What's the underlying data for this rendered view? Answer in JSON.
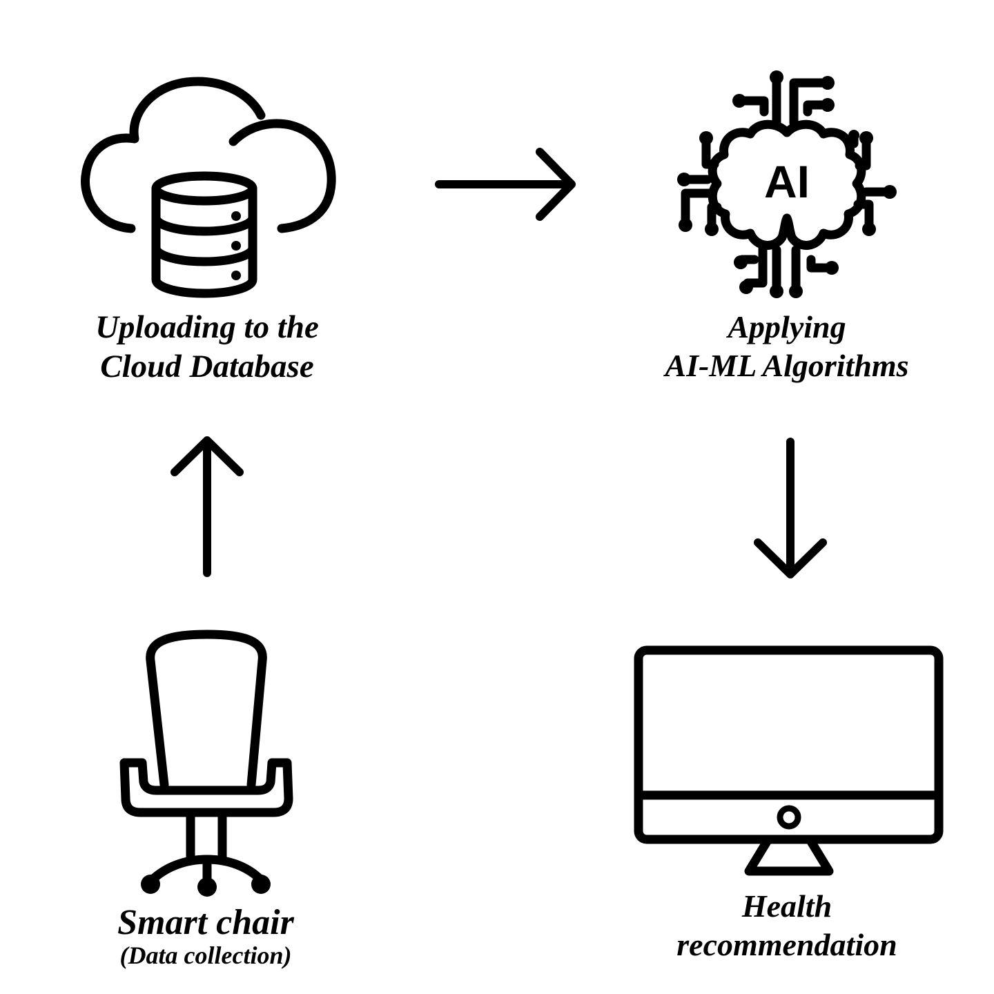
{
  "nodes": {
    "cloud": {
      "icon": "cloud-database-icon",
      "label_line1": "Uploading to the",
      "label_line2": "Cloud Database"
    },
    "ai": {
      "icon": "ai-brain-circuit-icon",
      "icon_text": "AI",
      "label_line1": "Applying",
      "label_line2": "AI-ML Algorithms"
    },
    "chair": {
      "icon": "office-chair-icon",
      "label_line1": "Smart chair",
      "label_line2": "(Data collection)"
    },
    "monitor": {
      "icon": "monitor-icon",
      "label_line1": "Health",
      "label_line2": "recommendation"
    }
  },
  "arrows": [
    {
      "from": "chair",
      "to": "cloud",
      "direction": "up"
    },
    {
      "from": "cloud",
      "to": "ai",
      "direction": "right"
    },
    {
      "from": "ai",
      "to": "monitor",
      "direction": "down"
    }
  ],
  "colors": {
    "stroke": "#000000",
    "background": "#ffffff"
  }
}
